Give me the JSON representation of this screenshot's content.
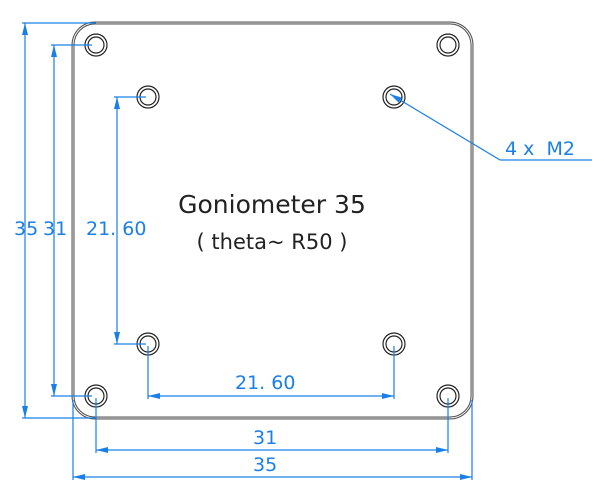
{
  "title": "Goniometer 35",
  "subtitle": "( theta~ R50 )",
  "callout": "4 x  M2",
  "dimensions": {
    "outer_height": "35",
    "hole_height": "31",
    "inner_height": "21. 60",
    "inner_width": "21. 60",
    "hole_width": "31",
    "outer_width": "35"
  },
  "colors": {
    "dimension": "#1a7fe8",
    "outline": "#222222"
  }
}
